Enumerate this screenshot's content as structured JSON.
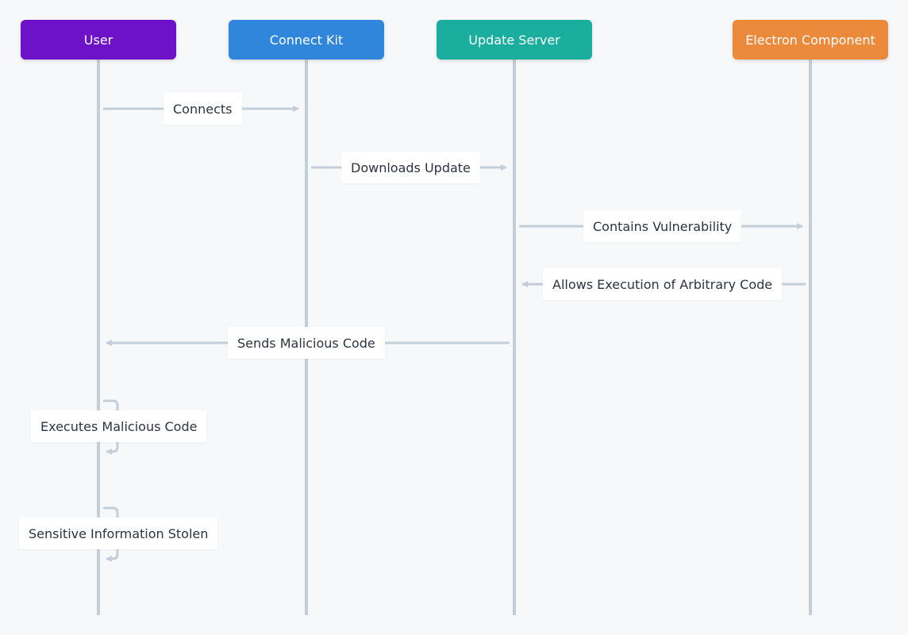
{
  "participants": [
    {
      "id": "user",
      "label": "User",
      "color": "#6e12c9"
    },
    {
      "id": "connect_kit",
      "label": "Connect Kit",
      "color": "#2f86db"
    },
    {
      "id": "update_server",
      "label": "Update Server",
      "color": "#1aae9f"
    },
    {
      "id": "electron",
      "label": "Electron Component",
      "color": "#ec8a3c"
    }
  ],
  "messages": [
    {
      "from": "user",
      "to": "connect_kit",
      "label": "Connects"
    },
    {
      "from": "connect_kit",
      "to": "update_server",
      "label": "Downloads Update"
    },
    {
      "from": "update_server",
      "to": "electron",
      "label": "Contains Vulnerability"
    },
    {
      "from": "electron",
      "to": "update_server",
      "label": "Allows Execution of Arbitrary Code"
    },
    {
      "from": "update_server",
      "to": "user",
      "label": "Sends Malicious Code"
    },
    {
      "from": "user",
      "to": "user",
      "label": "Executes Malicious Code"
    },
    {
      "from": "user",
      "to": "user",
      "label": "Sensitive Information Stolen"
    }
  ],
  "colors": {
    "lifeline": "#c3ced8",
    "arrow": "#c3ced8",
    "background": "#f6f8fa",
    "label_bg": "#ffffff",
    "label_text": "#2b3440"
  }
}
